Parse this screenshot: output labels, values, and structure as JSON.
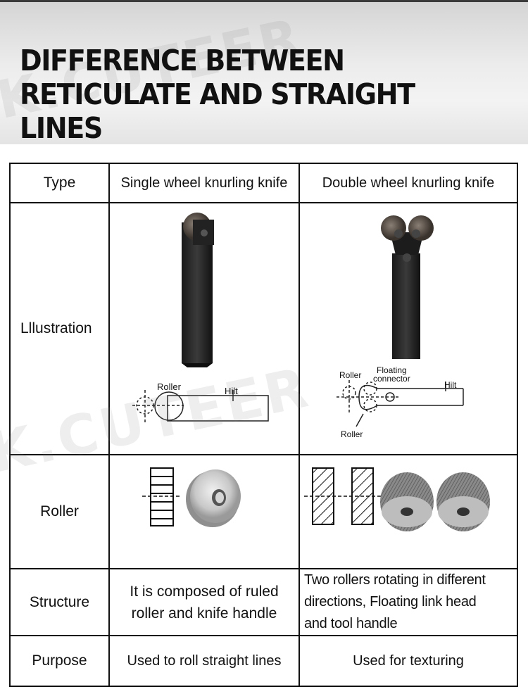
{
  "header": {
    "title_line1": "DIFFERENCE BETWEEN",
    "title_line2": "RETICULATE AND STRAIGHT LINES"
  },
  "watermark": "K.CUTEER",
  "table": {
    "rows": {
      "type": {
        "label": "Type",
        "single": "Single wheel knurling knife",
        "double": "Double wheel knurling knife"
      },
      "illustration": {
        "label": "Lllustration"
      },
      "roller": {
        "label": "Roller"
      },
      "structure": {
        "label": "Structure",
        "single_line1": "It is composed of ruled",
        "single_line2": "roller and knife handle",
        "double_line1": "Two rollers rotating in different",
        "double_line2": "directions, Floating link head",
        "double_line3": "and tool handle"
      },
      "purpose": {
        "label": "Purpose",
        "single": "Used to roll straight lines",
        "double": "Used for texturing"
      }
    }
  },
  "diagram_labels": {
    "single_roller": "Roller",
    "single_hilt": "Hilt",
    "double_roller_top": "Roller",
    "floating_line1": "Floating",
    "floating_line2": "connector",
    "double_hilt": "Hilt",
    "double_roller_bottom": "Roller"
  }
}
